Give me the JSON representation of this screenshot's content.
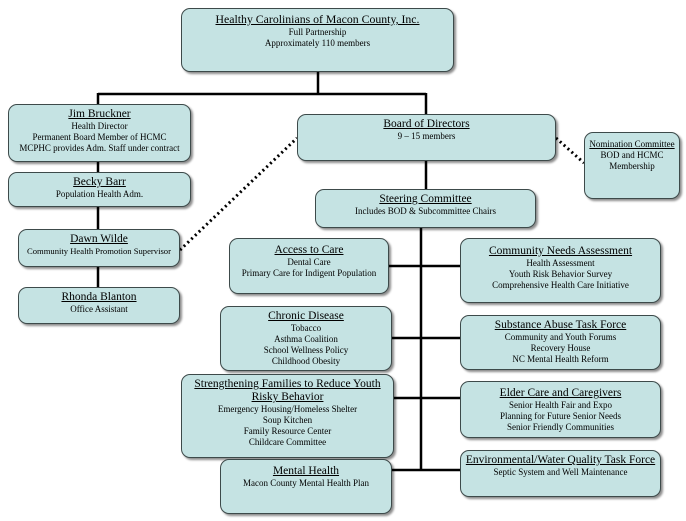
{
  "boxes": {
    "hcmc": {
      "title": "Healthy Carolinians of Macon County, Inc.",
      "lines": [
        "Full Partnership",
        "Approximately 110 members"
      ]
    },
    "bod": {
      "title": "Board of Directors",
      "lines": [
        "9 – 15 members"
      ]
    },
    "jim": {
      "title": "Jim Bruckner",
      "lines": [
        "Health Director",
        "Permanent Board Member of HCMC",
        "MCPHC provides Adm. Staff under contract"
      ]
    },
    "becky": {
      "title": "Becky Barr",
      "lines": [
        "Population Health Adm."
      ]
    },
    "dawn": {
      "title": "Dawn Wilde",
      "lines": [
        "Community Health Promotion Supervisor"
      ]
    },
    "rhonda": {
      "title": "Rhonda Blanton",
      "lines": [
        "Office Assistant"
      ]
    },
    "nomination": {
      "title": "Nomination Committee",
      "lines": [
        "BOD and HCMC Membership"
      ]
    },
    "steering": {
      "title": "Steering Committee",
      "lines": [
        "Includes BOD & Subcommittee Chairs"
      ]
    },
    "access": {
      "title": "Access to Care",
      "lines": [
        "Dental Care",
        "Primary Care for Indigent Population"
      ]
    },
    "chronic": {
      "title": "Chronic Disease",
      "lines": [
        "Tobacco",
        "Asthma Coalition",
        "School Wellness Policy",
        "Childhood Obesity"
      ]
    },
    "families": {
      "title": "Strengthening Families to Reduce Youth Risky Behavior",
      "lines": [
        "Emergency Housing/Homeless Shelter",
        "Soup Kitchen",
        "Family Resource Center",
        "Childcare Committee"
      ]
    },
    "mental": {
      "title": "Mental Health",
      "lines": [
        "Macon County Mental Health Plan"
      ]
    },
    "needs": {
      "title": "Community Needs Assessment",
      "lines": [
        "Health Assessment",
        "Youth Risk Behavior Survey",
        "Comprehensive Health Care Initiative"
      ]
    },
    "substance": {
      "title": "Substance Abuse Task Force",
      "lines": [
        "Community and Youth Forums",
        "Recovery House",
        "NC Mental Health Reform"
      ]
    },
    "elder": {
      "title": "Elder Care and Caregivers",
      "lines": [
        "Senior Health Fair and Expo",
        "Planning for Future Senior Needs",
        "Senior Friendly Communities"
      ]
    },
    "env": {
      "title": "Environmental/Water Quality Task Force",
      "lines": [
        "Septic System and Well Maintenance"
      ]
    }
  }
}
